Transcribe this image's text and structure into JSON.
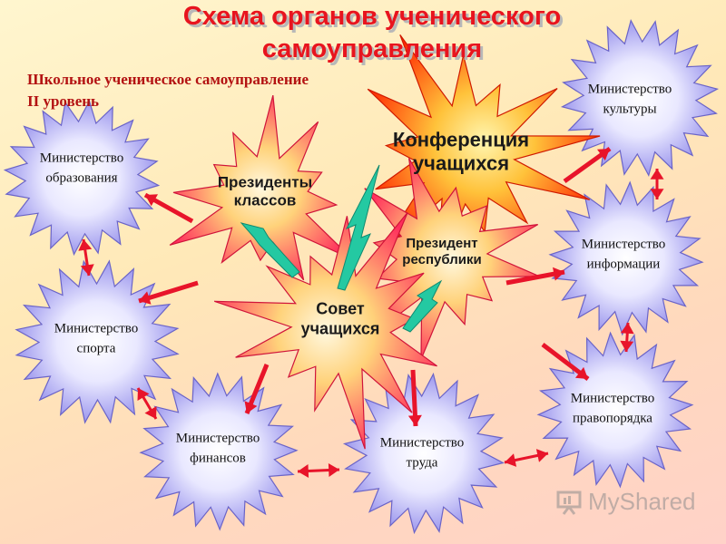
{
  "header": {
    "title_line1": "Схема органов ученического",
    "title_line2": "самоуправления",
    "subtitle_line1": "Школьное ученическое самоуправление",
    "subtitle_line2": "II уровень"
  },
  "organs": {
    "conference": {
      "line1": "Конференция",
      "line2": "учащихся"
    },
    "class_presidents": {
      "line1": "Президенты",
      "line2": "классов"
    },
    "republic_president": {
      "line1": "Президент",
      "line2": "республики"
    },
    "council": {
      "line1": "Совет",
      "line2": "учащихся"
    }
  },
  "ministries": {
    "education": {
      "line1": "Министерство",
      "line2": "образования"
    },
    "culture": {
      "line1": "Министерство",
      "line2": "культуры"
    },
    "information": {
      "line1": "Министерство",
      "line2": "информации"
    },
    "sport": {
      "line1": "Министерство",
      "line2": "спорта"
    },
    "law_order": {
      "line1": "Министерство",
      "line2": "правопорядка"
    },
    "finance": {
      "line1": "Министерство",
      "line2": "финансов"
    },
    "labor": {
      "line1": "Министерство",
      "line2": "труда"
    }
  },
  "watermark": {
    "text": "MyShared"
  },
  "colors": {
    "title": "#e8141e",
    "subtitle": "#b31212",
    "ministry_fill": "#b7b5f3",
    "ministry_stroke": "#6a64c8",
    "organ_fill": "#ff3a5a",
    "conference_fill": "#ff3a10",
    "arrow_red": "#e8142a",
    "arrow_teal": "#24c9a2"
  }
}
